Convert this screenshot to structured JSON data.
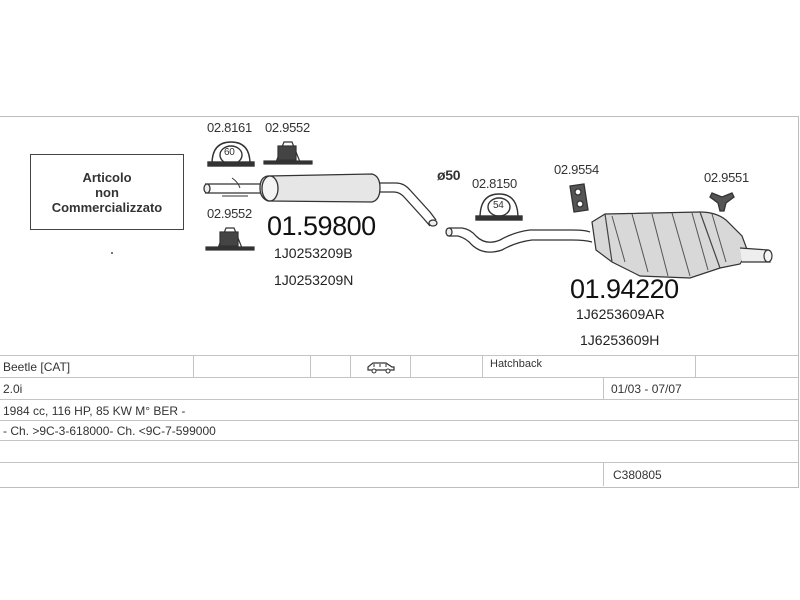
{
  "notice": {
    "line1": "Articolo",
    "line2": "non",
    "line3": "Commercializzato"
  },
  "parts": {
    "clamp_a": "02.8161",
    "clamp_a_size": "60",
    "mount_a": "02.9552",
    "mount_b": "02.9552",
    "front_silencer_code": "01.59800",
    "front_silencer_oe1": "1J0253209B",
    "front_silencer_oe2": "1J0253209N",
    "diameter": "ø50",
    "clamp_b": "02.8150",
    "clamp_b_size": "54",
    "mount_c": "02.9554",
    "mount_d": "02.9551",
    "rear_silencer_code": "01.94220",
    "rear_silencer_oe1": "1J6253609AR",
    "rear_silencer_oe2": "1J6253609H"
  },
  "vehicle": {
    "model": "Beetle  [CAT]",
    "body": "Hatchback",
    "engine": "2.0i",
    "period": "01/03 - 07/07",
    "spec": "1984 cc, 116 HP, 85 KW M° BER -",
    "chassis": "- Ch. >9C-3-618000- Ch. <9C-7-599000",
    "catalog_code": "C380805"
  },
  "icons": {
    "car": "car-icon"
  }
}
